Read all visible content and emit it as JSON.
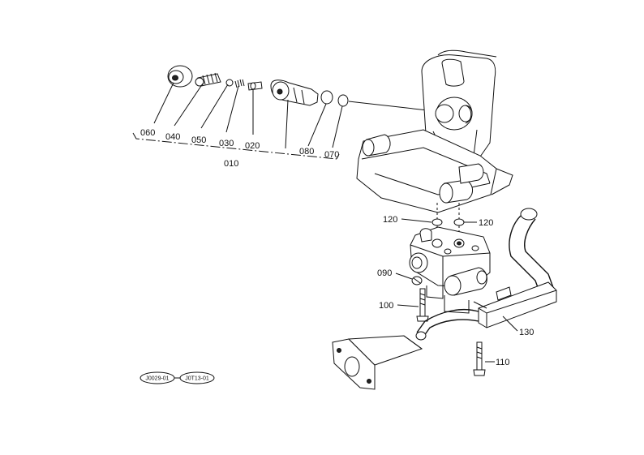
{
  "parts": {
    "p060": "060",
    "p040": "040",
    "p050": "050",
    "p030": "030",
    "p020": "020",
    "p080": "080",
    "p070": "070",
    "p010": "010",
    "p120_left": "120",
    "p120_right": "120",
    "p090": "090",
    "p100": "100",
    "p130": "130",
    "p110": "110"
  },
  "references": {
    "ref1": "J0029-01",
    "ref2": "J0T13-01"
  }
}
